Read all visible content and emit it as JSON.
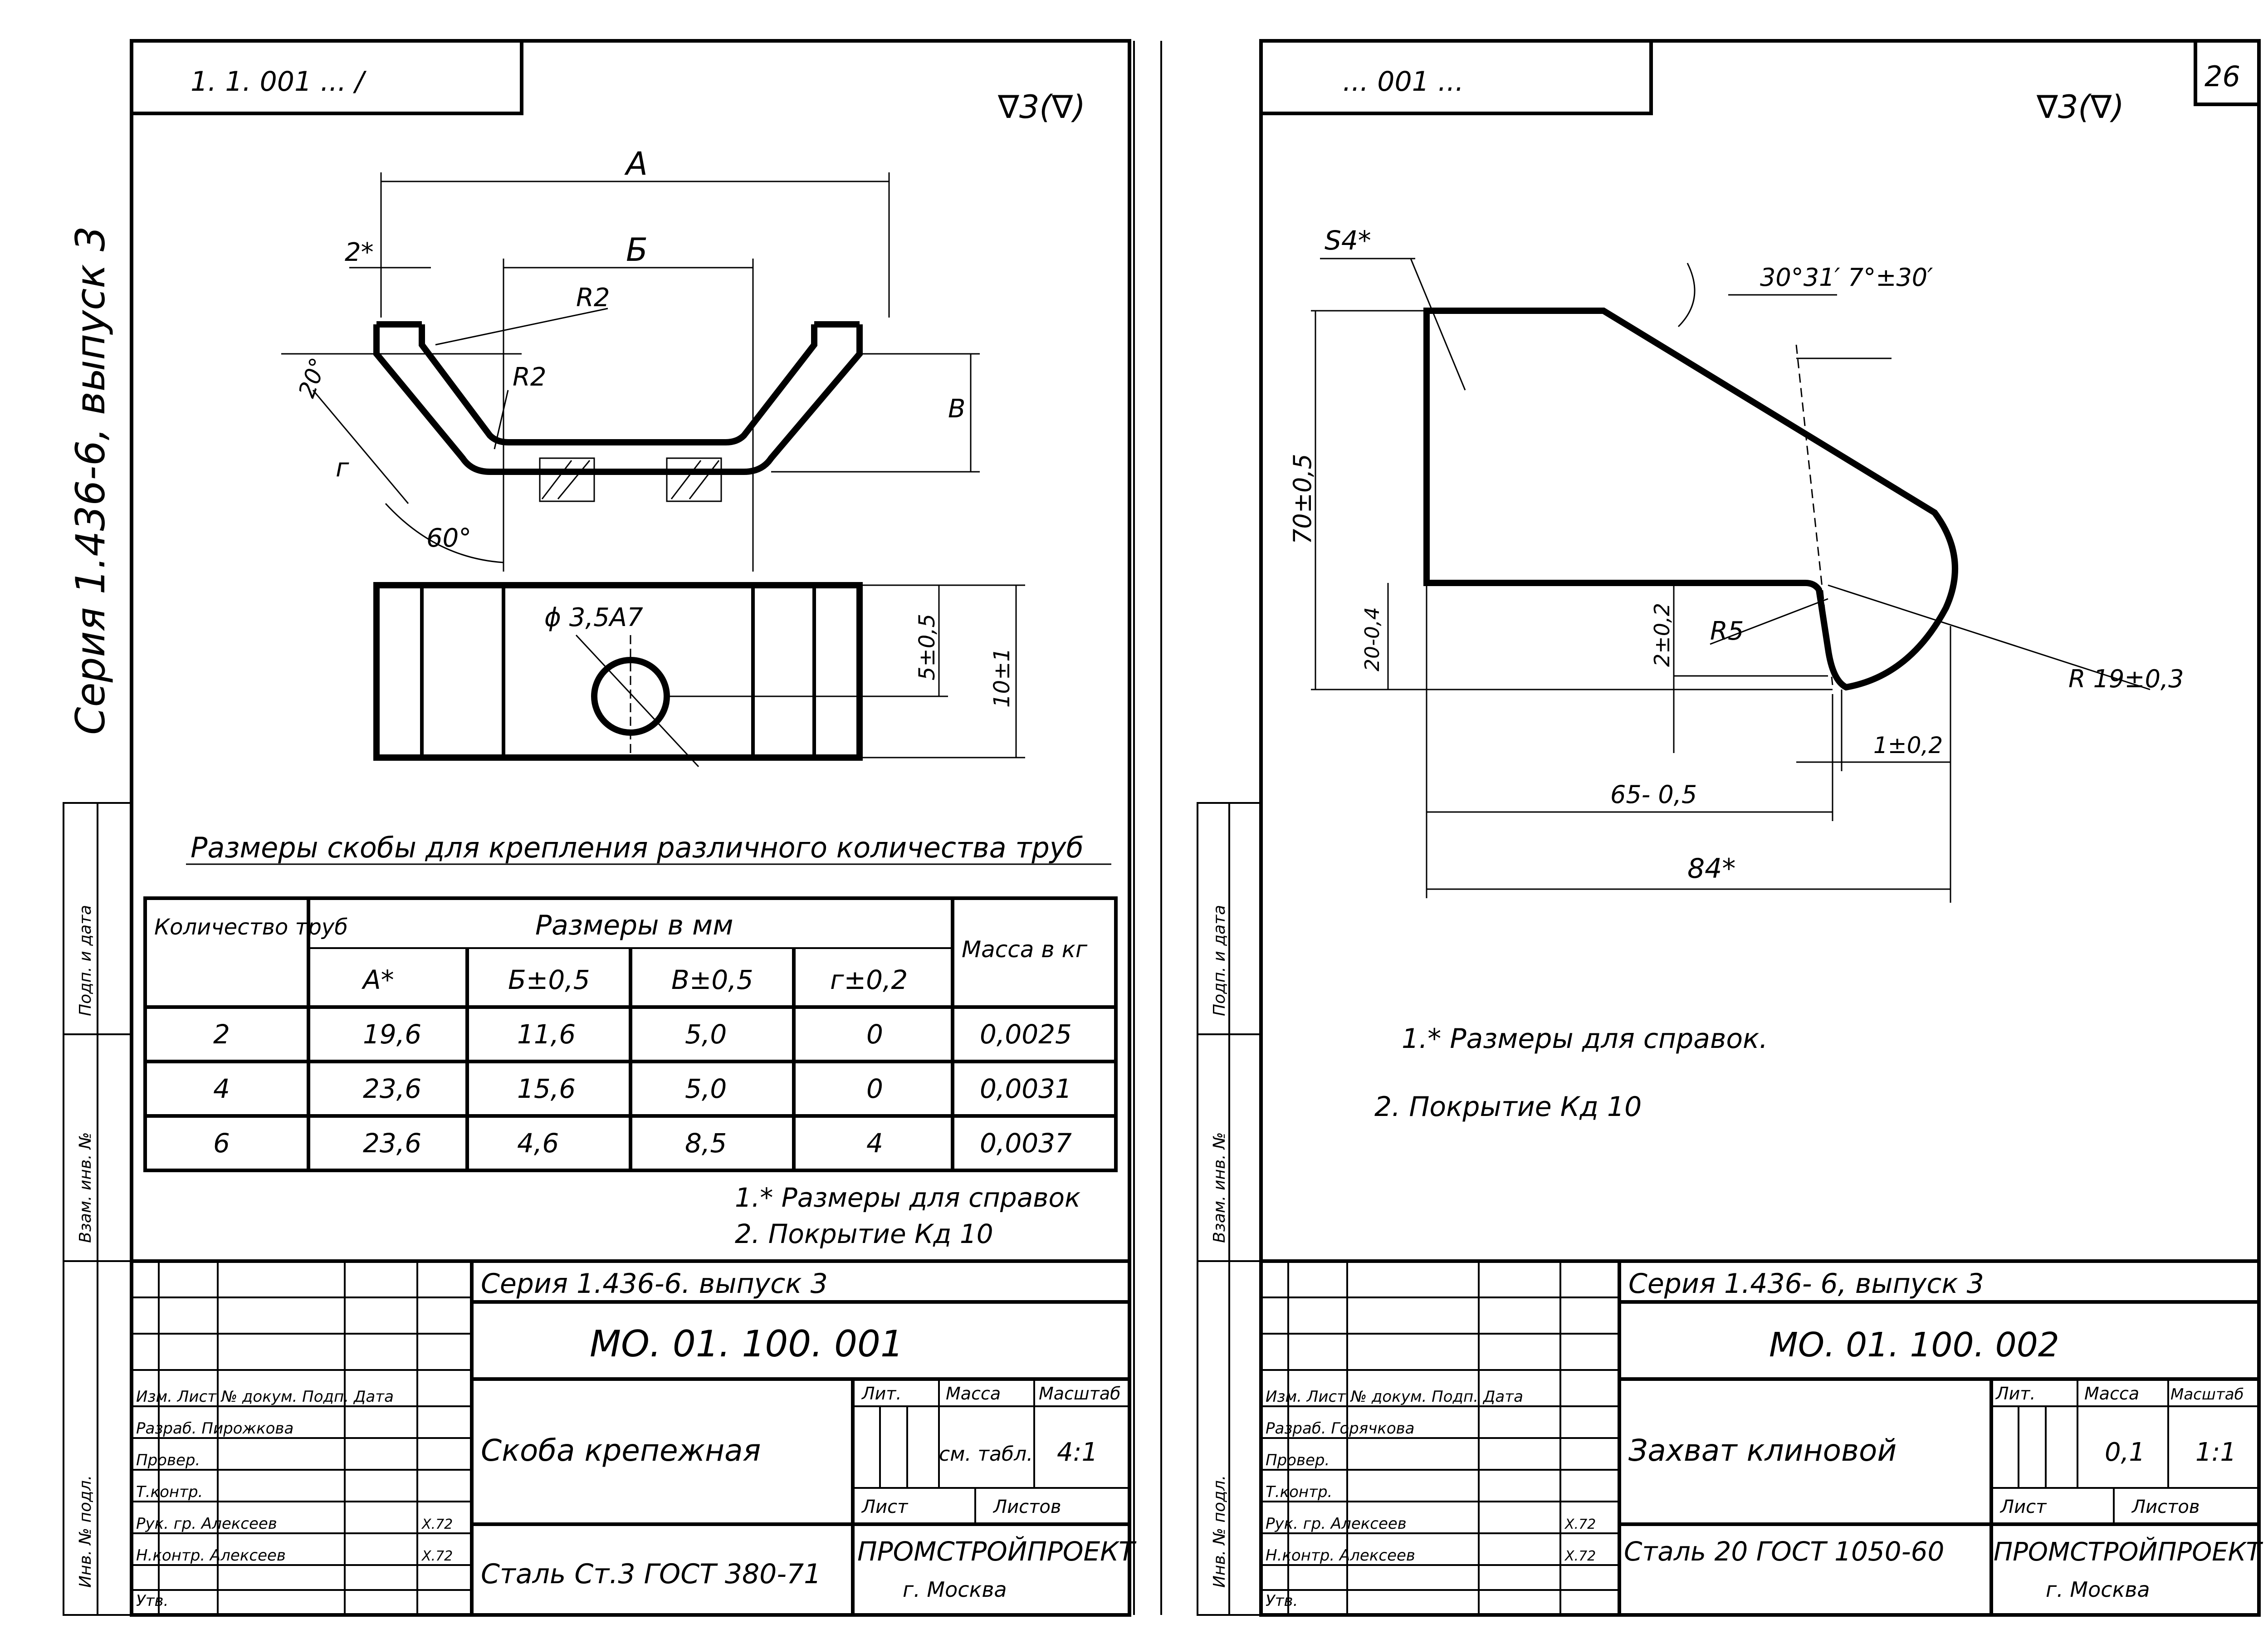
{
  "sheet_left": {
    "header_code": "1. 1. 001 ... /",
    "surface_mark": "∇3(∇)",
    "side_series": "Серия 1.436-6, выпуск 3",
    "dims": {
      "A": "А",
      "B": "Б",
      "V": "В",
      "two": "2*",
      "R2a": "R2",
      "R2b": "R2",
      "r": "г",
      "twenty": "20°",
      "sixty": "60°",
      "hole": "ϕ 3,5А7",
      "five": "5±0,5",
      "ten": "10±1"
    },
    "table_title": "Размеры скобы для крепления различного количества труб",
    "table": {
      "h_count": "Количество труб",
      "h_sizes": "Размеры в мм",
      "h_mass": "Масса в кг",
      "cols": [
        "А*",
        "Б±0,5",
        "В±0,5",
        "г±0,2"
      ],
      "rows": [
        [
          "2",
          "19,6",
          "11,6",
          "5,0",
          "0",
          "0,0025"
        ],
        [
          "4",
          "23,6",
          "15,6",
          "5,0",
          "0",
          "0,0031"
        ],
        [
          "6",
          "23,6",
          "4,6",
          "8,5",
          "4",
          "0,0037"
        ]
      ]
    },
    "notes": [
      "1.* Размеры для справок",
      "2. Покрытие Кд 10"
    ],
    "title_block": {
      "series": "Серия 1.436-6. выпуск 3",
      "code": "МО. 01. 100. 001",
      "name": "Скоба крепежная",
      "material": "Сталь Ст.3 ГОСТ 380-71",
      "lit": "Лит.",
      "mass_label": "Масса",
      "scale_label": "Масштаб",
      "mass_value": "см. табл.",
      "scale_value": "4:1",
      "sheet": "Лист",
      "sheets": "Листов",
      "org": "ПРОМСТРОЙПРОЕКТ",
      "city": "г. Москва",
      "roles": [
        "Изм. Лист № докум. Подп. Дата",
        "Разраб. Пирожкова",
        "Провер.",
        "Т.контр.",
        "Рук. гр. Алексеев",
        "Н.контр. Алексеев",
        "Утв."
      ],
      "dates": [
        "X.72",
        "X.72"
      ]
    },
    "side_stamp": [
      "Инв. № подл.",
      "Подп. и дата",
      "Взам. инв. №"
    ]
  },
  "sheet_right": {
    "header_code": "... 001 ...",
    "page_no": "26",
    "surface_mark": "∇3(∇)",
    "dims": {
      "s4": "S4*",
      "angle": "30°31′ 7°±30′",
      "seventy": "70±0,5",
      "twenty": "20-0,4",
      "two": "2±0,2",
      "r5": "R5",
      "r19": "R 19±0,3",
      "one": "1±0,2",
      "sixtyfive": "65- 0,5",
      "eightyfour": "84*"
    },
    "notes": [
      "1.* Размеры  для справок.",
      "2. Покрытие  Кд 10"
    ],
    "title_block": {
      "series": "Серия 1.436- 6, выпуск 3",
      "code": "МО. 01. 100. 002",
      "name": "Захват клиновой",
      "material": "Сталь 20 ГОСТ 1050-60",
      "lit": "Лит.",
      "mass_label": "Масса",
      "scale_label": "Масштаб",
      "mass_value": "0,1",
      "scale_value": "1:1",
      "sheet": "Лист",
      "sheets": "Листов",
      "org": "ПРОМСТРОЙПРОЕКТ",
      "city": "г. Москва",
      "roles": [
        "Изм. Лист № докум. Подп. Дата",
        "Разраб. Горячкова",
        "Провер.",
        "Т.контр.",
        "Рук. гр. Алексеев",
        "Н.контр. Алексеев",
        "Утв."
      ],
      "dates": [
        "X.72",
        "X.72"
      ]
    },
    "side_stamp": [
      "Инв. № подл.",
      "Подп. и дата",
      "Взам. инв. №"
    ]
  }
}
